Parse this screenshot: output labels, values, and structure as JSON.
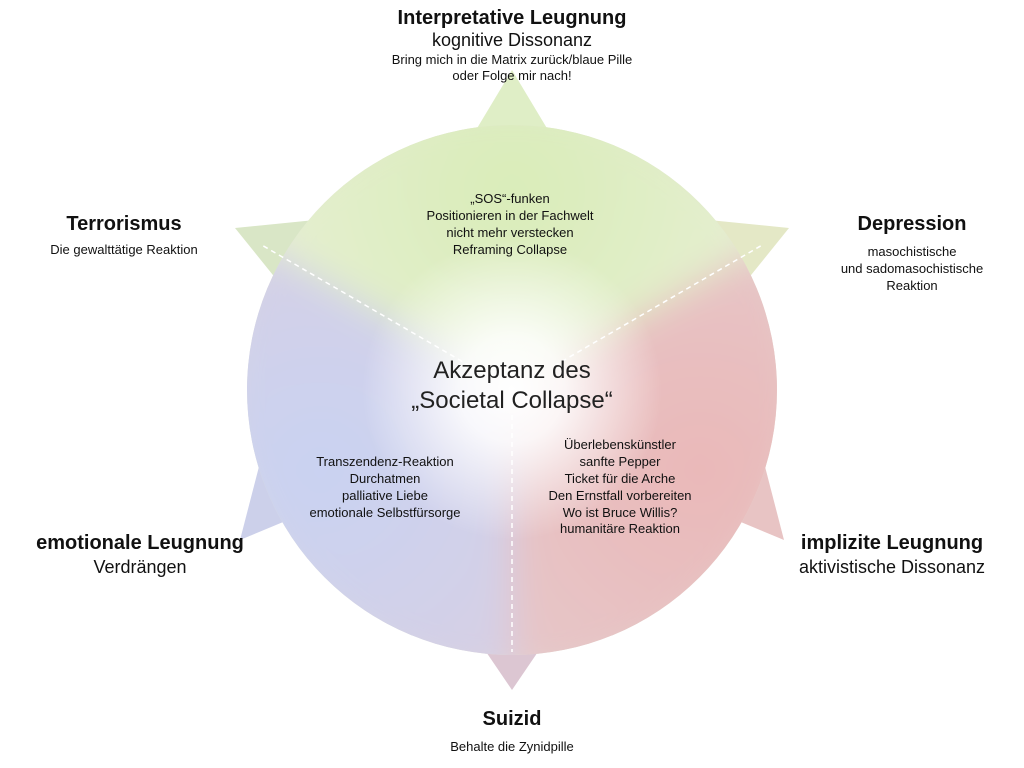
{
  "center": {
    "line1": "Akzeptanz des",
    "line2": "„Societal Collapse“"
  },
  "sectors": {
    "top": [
      "„SOS“-funken",
      "Positionieren in der Fachwelt",
      "nicht mehr verstecken",
      "Reframing Collapse"
    ],
    "left": [
      "Transzendenz-Reaktion",
      "Durchatmen",
      "palliative Liebe",
      "emotionale Selbstfürsorge"
    ],
    "right": [
      "Überlebenskünstler",
      "sanfte Pepper",
      "Ticket für die Arche",
      "Den Ernstfall vorbereiten",
      "Wo ist Bruce Willis?",
      "humanitäre Reaktion"
    ]
  },
  "outer": {
    "top": {
      "title": "Interpretative Leugnung",
      "subtitle": "kognitive Dissonanz",
      "note1": "Bring mich in die Matrix zurück/blaue Pille",
      "note2": "oder Folge mir nach!"
    },
    "top_left": {
      "title": "Terrorismus",
      "note": "Die gewalttätige Reaktion"
    },
    "top_right": {
      "title": "Depression",
      "note1": "masochistische",
      "note2": "und sadomasochistische",
      "note3": "Reaktion"
    },
    "bottom_left": {
      "title": "emotionale Leugnung",
      "subtitle": "Verdrängen"
    },
    "bottom_right": {
      "title": "implizite Leugnung",
      "subtitle": "aktivistische Dissonanz"
    },
    "bottom": {
      "title": "Suizid",
      "note": "Behalte die Zynidpille"
    }
  },
  "colors": {
    "green": "#d9ecb8",
    "blue": "#c9d3f2",
    "red": "#eab8b8",
    "divider": "#ffffff"
  }
}
